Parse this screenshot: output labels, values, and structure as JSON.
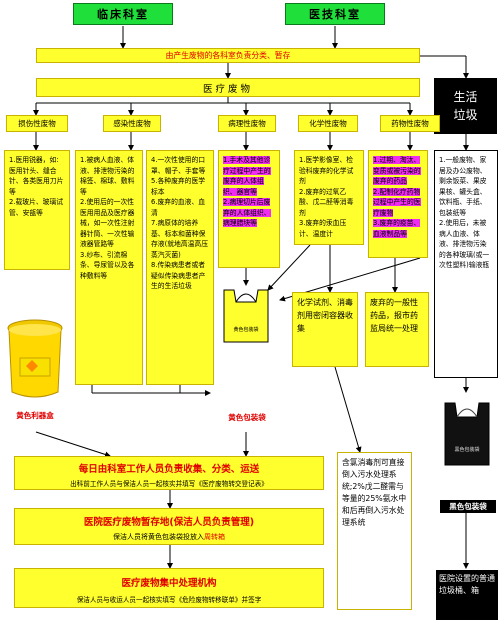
{
  "top": {
    "clinical": "临床科室",
    "medtech": "医技科室",
    "banner": "由产生废物的各科室负责分类、暂存",
    "medical_waste": "医疗废物",
    "living_waste": "生活\n垃圾"
  },
  "categories": {
    "damage": "损伤性废物",
    "infectious": "感染性废物",
    "pathological": "病理性废物",
    "chemical": "化学性废物",
    "drug": "药物性废物"
  },
  "contents": {
    "damage": "1.医用锐器，如:医用针头、缝合针、各类医用刀片等\n2.载玻片、玻璃试管、安瓿等",
    "infectious_a": "1.被病人血液、体液、排泄物污染的棉签、棉球、敷料等\n2.使用后的一次性医用用品及医疗器械，如一次性注射器针筒、一次性输液器管路等\n3.纱布、引流棉条、导尿管以及各种敷料等",
    "infectious_b": "4.一次性使用的口罩、帽子、手套等\n5.各种废弃的医学标本\n6.废弃的血液、血清\n7.病原体的培养基、标本和菌种保存液(就地高温高压蒸汽灭菌)\n8.传染病患者或者疑似传染病患者产生的生活垃圾",
    "pathological": "1.手术及其他诊疗过程中产生的废弃的人体组织、器官等\n2.病理切片后废弃的人体组织、病理腊块等",
    "chemical": "1.医学影像室、检验科废弃的化学试剂\n2.废弃的过氧乙酸、戊二醛等消毒剂\n3.废弃的汞血压计、温度计",
    "drug": "1.过期、淘汰、变质或被污染的废弃的药品\n2.配制化疗药物过程中产生的医疗废物\n3.废弃的疫苗、血液制品等",
    "living": "1.一般废物、家居及办公废物、剩余饭菜、果皮果核、罐头盒、饮料瓶、手纸、包装纸等\n2.使用后，未被病人血液、体液、排泄物污染的各种玻璃(或一次性塑料)输液瓶"
  },
  "containers": {
    "sharps_box": "黄色利器盒",
    "yellow_bag": "黄色包装袋",
    "bag_print": "黄色包装袋",
    "black_bag": "黑色包装袋",
    "black_bag_print": "黑色包装袋",
    "chem_note": "化学试剂、消毒剂用密闭容器收集",
    "drug_note": "废弃的一般性药品，报市药监局统一处理"
  },
  "flow": {
    "step1_title": "每日由科室工作人员负责收集、分类、运送",
    "step1_sub": "出科前工作人员与保洁人员一起核实并填写《医疗废物转交登记表》",
    "step2_title": "医院医疗废物暂存地(保洁人员负责管理)",
    "step2_sub_a": "保洁人员将黄色包装袋投放入",
    "step2_sub_b": "周转箱",
    "step3_title": "医疗废物集中处理机构",
    "step3_sub": "保洁人员与收运人员一起核实填写《危险废物转移联单》并签字",
    "chlorine": "含氯消毒剂可直接倒入污水处理系统;2%戊二醛需与等量的25%氨水中和后再倒入污水处理系统",
    "hospital_bin": "医院设置的普通垃圾桶、箱"
  },
  "colors": {
    "green": "#1fe03a",
    "yellow": "#ffff2e",
    "magenta": "#f02cf0",
    "red_text": "#e00000",
    "black": "#000000"
  }
}
